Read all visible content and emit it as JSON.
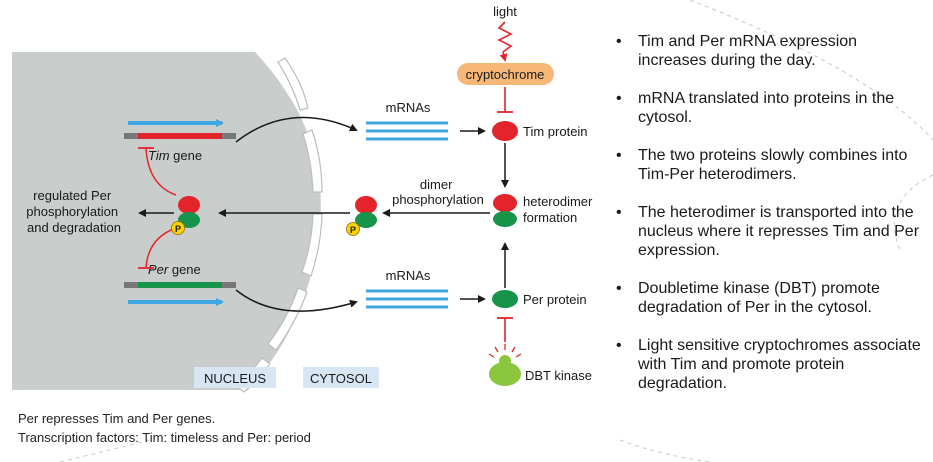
{
  "diagram": {
    "labels": {
      "light": "light",
      "cryptochrome": "cryptochrome",
      "mrnas_top": "mRNAs",
      "tim_protein": "Tim protein",
      "tim_gene_italic": "Tim",
      "tim_gene_suffix": " gene",
      "regulated_line1": "regulated Per",
      "regulated_line2": "phosphorylation",
      "regulated_line3": "and degradation",
      "dimer_line1": "dimer",
      "dimer_line2": "phosphorylation",
      "heterodimer_line1": "heterodimer",
      "heterodimer_line2": "formation",
      "per_gene_italic": "Per",
      "per_gene_suffix": " gene",
      "mrnas_bottom": "mRNAs",
      "per_protein": "Per protein",
      "dbt_kinase": "DBT kinase",
      "nucleus": "NUCLEUS",
      "cytosol": "CYTOSOL",
      "phospho_nucleus": "P",
      "phospho_cytosol": "P"
    },
    "colors": {
      "tim": "#e3242b",
      "per": "#16944a",
      "mrna": "#3ea7e1",
      "cryptochrome": "#f6b777",
      "dbt": "#8cc63e",
      "nucleus": "#c9cdcb",
      "phosphate": "#ffd200"
    }
  },
  "captions": {
    "line1": "Per represses Tim and Per genes.",
    "line2": "Transcription factors: Tim: timeless and Per: period"
  },
  "bullets": [
    "Tim and Per mRNA expression increases during the day.",
    "mRNA translated into proteins in the cytosol.",
    "The two proteins slowly combines into Tim-Per heterodimers.",
    "The heterodimer is transported into the nucleus where it represses Tim and Per expression.",
    "Doubletime kinase (DBT) promote degradation of Per in the cytosol.",
    "Light sensitive cryptochromes associate with Tim and promote protein degradation."
  ]
}
